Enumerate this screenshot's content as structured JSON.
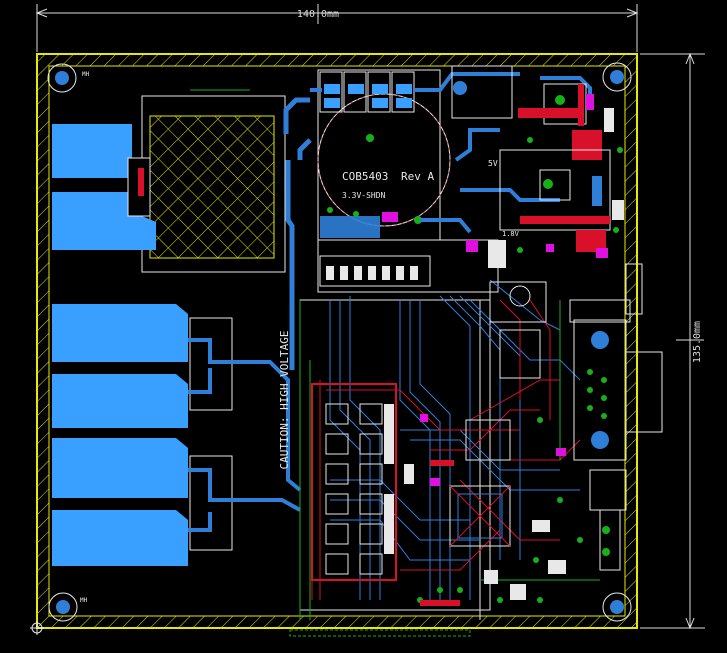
{
  "dimensions": {
    "width_label": "140.0mm",
    "height_label": "135.0mm"
  },
  "silkscreen": {
    "board_name": "COB5403",
    "revision": "Rev A",
    "rail_label": "3.3V-SHDN",
    "warning": "CAUTION: HIGH VOLTAGE",
    "label_5v": "5V",
    "label_18v": "1.8V",
    "mount_hole": "MH"
  },
  "colors": {
    "background": "#000000",
    "outline": "#e8e800",
    "dimension": "#dcdcdc",
    "copper_top": "#2f7fd8",
    "copper_pad": "#3aa0ff",
    "trace_red": "#d8102a",
    "silk_white": "#e8e8e8",
    "pad_green": "#18b018",
    "magenta": "#e010e0"
  }
}
